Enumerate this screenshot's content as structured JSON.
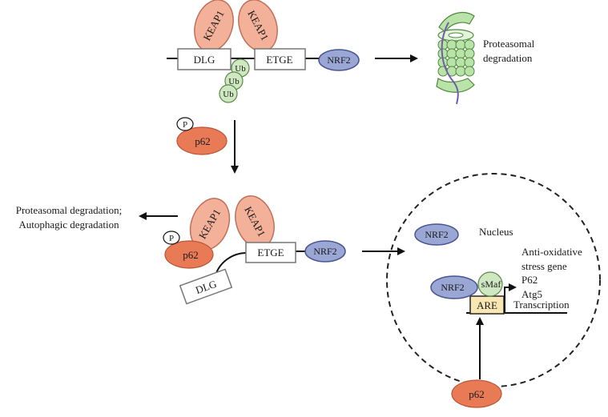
{
  "labels": {
    "keap1": "KEAP1",
    "dlg": "DLG",
    "etge": "ETGE",
    "nrf2": "NRF2",
    "ub": "Ub",
    "p": "P",
    "p62": "p62",
    "proteasomal_degradation_1": "Proteasomal",
    "proteasomal_degradation_2": "degradation",
    "left_degradation_1": "Proteasomal degradation;",
    "left_degradation_2": "Autophagic degradation",
    "nucleus": "Nucleus",
    "gene_1": "Anti-oxidative",
    "gene_2": "stress gene",
    "gene_3": "P62",
    "gene_4": "Atg5",
    "gene_5": "Transcription",
    "smaf": "sMaf",
    "are": "ARE"
  },
  "colors": {
    "keap1_fill": "#f4b19a",
    "keap1_stroke": "#c0705a",
    "nrf2_fill": "#9aa6d4",
    "nrf2_stroke": "#4a5590",
    "ub_fill": "#cfe8c2",
    "ub_stroke": "#5c8a4a",
    "p62_fill": "#e87a56",
    "are_fill": "#f9e7b3",
    "proteasome_fill": "#b9e3a8",
    "proteasome_stroke": "#4f8a3d"
  }
}
